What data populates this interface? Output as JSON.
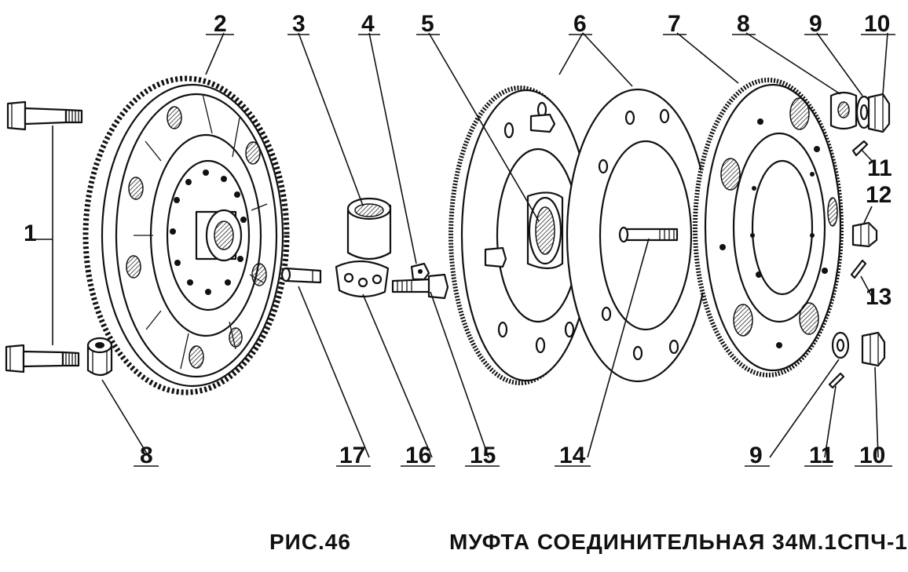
{
  "caption": {
    "figure_number": "РИС.46",
    "title": "МУФТА СОЕДИНИТЕЛЬНАЯ 34М.1СПЧ-1"
  },
  "callouts": [
    "1",
    "2",
    "3",
    "4",
    "5",
    "6",
    "7",
    "8",
    "9",
    "10",
    "11",
    "12",
    "13",
    "14",
    "15",
    "16",
    "17",
    "8",
    "9",
    "11",
    "10"
  ]
}
